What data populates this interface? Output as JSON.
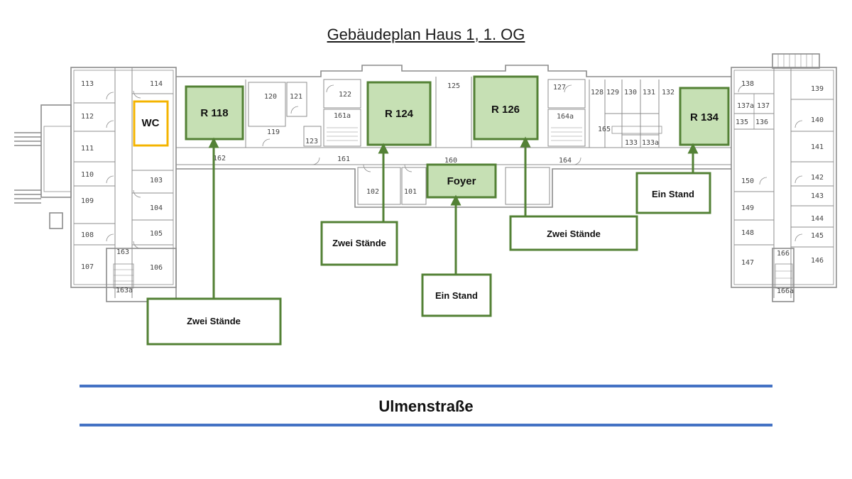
{
  "title": "Gebäudeplan Haus 1, 1. OG",
  "street": "Ulmenstraße",
  "colors": {
    "wall": "#8c8c8c",
    "highlight_fill": "#c6e0b4",
    "highlight_stroke": "#538135",
    "wc_stroke": "#f4b400",
    "street_line": "#4472c4"
  },
  "rooms": [
    "113",
    "112",
    "111",
    "110",
    "109",
    "108",
    "107",
    "114",
    "103",
    "104",
    "105",
    "106",
    "163",
    "163a",
    "120",
    "121",
    "119",
    "162",
    "122",
    "161a",
    "123",
    "161",
    "125",
    "102",
    "101",
    "160",
    "127",
    "164a",
    "164",
    "128",
    "129",
    "130",
    "131",
    "132",
    "133",
    "133a",
    "165",
    "138",
    "137a",
    "137",
    "135",
    "136",
    "139",
    "140",
    "141",
    "142",
    "143",
    "144",
    "145",
    "146",
    "150",
    "149",
    "148",
    "147",
    "166",
    "166a"
  ],
  "highlights": {
    "wc": "WC",
    "r118": "R 118",
    "r124": "R 124",
    "r126": "R 126",
    "r134": "R 134",
    "foyer": "Foyer"
  },
  "callouts": {
    "r118": "Zwei Stände",
    "r124": "Zwei Stände",
    "foyer": "Ein Stand",
    "r126": "Zwei Stände",
    "r134": "Ein Stand"
  }
}
